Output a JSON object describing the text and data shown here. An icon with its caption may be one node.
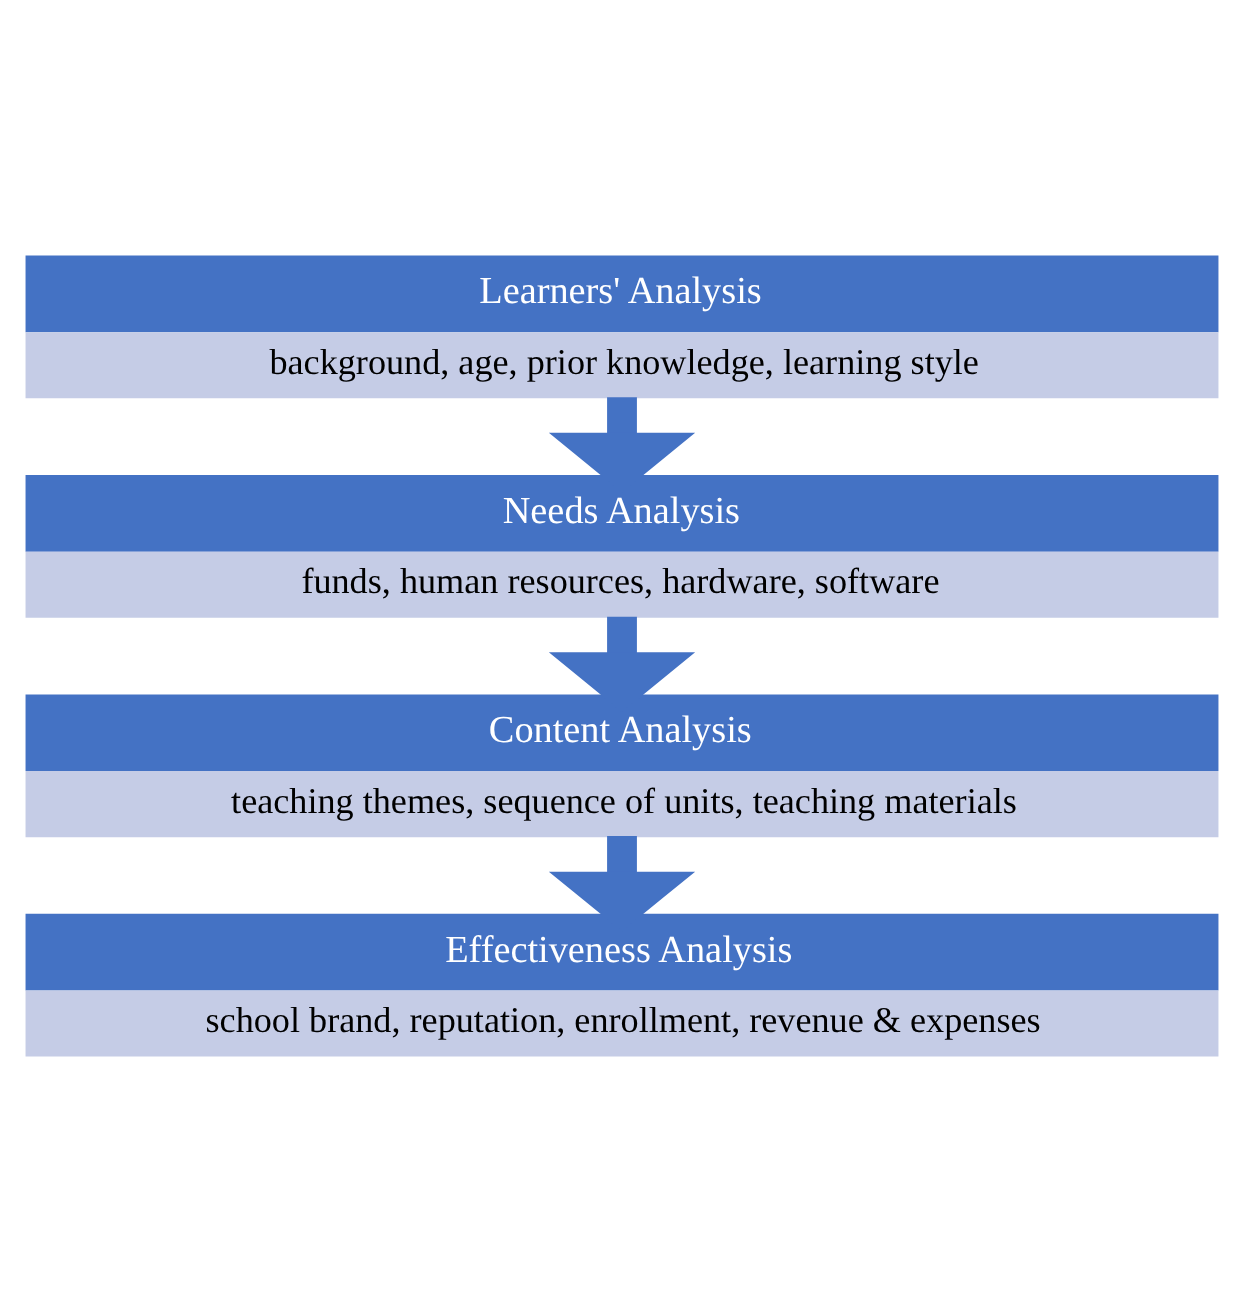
{
  "diagram": {
    "nodes": [
      {
        "text": [
          "Learners' Analysis",
          "background, age, prior knowledge, learning style"
        ]
      },
      {
        "text": [
          "Needs Analysis",
          "funds, human resources, hardware, software"
        ]
      },
      {
        "text": [
          "Content Analysis",
          "teaching themes, sequence of units, teaching materials"
        ]
      },
      {
        "text": [
          "Effectiveness Analysis",
          "school brand, reputation, enrollment, revenue & expenses"
        ]
      }
    ],
    "edges": [
      {
        "from": 0,
        "to": 1,
        "arrow": "to"
      },
      {
        "from": 1,
        "to": 2,
        "arrow": "to"
      },
      {
        "from": 2,
        "to": 3,
        "arrow": "to"
      }
    ]
  }
}
